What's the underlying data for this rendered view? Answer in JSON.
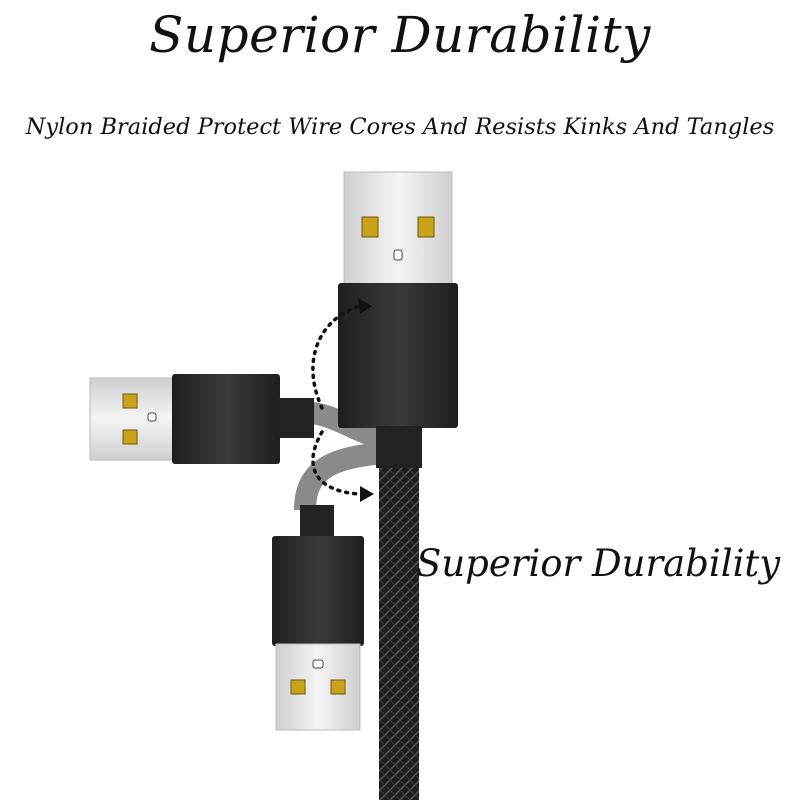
{
  "headline": "Superior Durability",
  "subheadline": "Nylon Braided Protect Wire Cores And Resists Kinks And Tangles",
  "side_label": "Superior Durability",
  "colors": {
    "background": "#ffffff",
    "text": "#111111",
    "connector_housing": "#2b2b2b",
    "metal_plug": "#e6e6e6",
    "contact_pins": "#c9a21a",
    "cable_braid": "#1c1c1c",
    "ghost_cable": "#8a8a8a"
  },
  "icons": [
    "usb-plug-upright",
    "usb-plug-left",
    "usb-plug-down",
    "dotted-arc-arrow",
    "braided-cable"
  ]
}
